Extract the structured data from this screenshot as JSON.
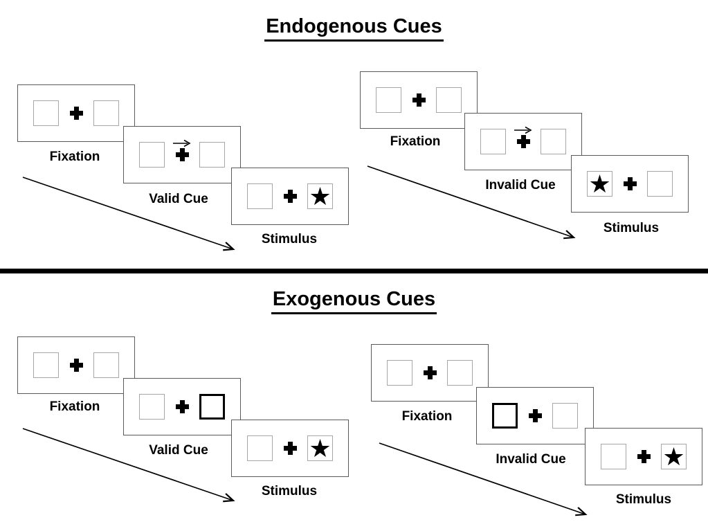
{
  "meta": {
    "colors": {
      "card_border": "#595959",
      "box_border": "#a6a6a6",
      "bold_box_border": "#000000",
      "text": "#000000",
      "divider": "#000000",
      "background": "#ffffff"
    },
    "icons": {
      "cue_arrow": "right-arrow",
      "fixation_cross": "plus",
      "stimulus": "star"
    }
  },
  "sections": [
    {
      "title": "Endogenous Cues",
      "panels": [
        {
          "name": "endogenous-valid",
          "cards": [
            {
              "label": "Fixation",
              "arrow": "false",
              "left": {
                "content": "",
                "style": "normal"
              },
              "right": {
                "content": "",
                "style": "normal"
              }
            },
            {
              "label": "Valid Cue",
              "arrow": "true",
              "left": {
                "content": "",
                "style": "normal"
              },
              "right": {
                "content": "",
                "style": "normal"
              }
            },
            {
              "label": "Stimulus",
              "arrow": "false",
              "left": {
                "content": "",
                "style": "normal"
              },
              "right": {
                "content": "★",
                "style": "normal"
              }
            }
          ]
        },
        {
          "name": "endogenous-invalid",
          "cards": [
            {
              "label": "Fixation",
              "arrow": "false",
              "left": {
                "content": "",
                "style": "normal"
              },
              "right": {
                "content": "",
                "style": "normal"
              }
            },
            {
              "label": "Invalid Cue",
              "arrow": "true",
              "left": {
                "content": "",
                "style": "normal"
              },
              "right": {
                "content": "",
                "style": "normal"
              }
            },
            {
              "label": "Stimulus",
              "arrow": "false",
              "left": {
                "content": "★",
                "style": "normal"
              },
              "right": {
                "content": "",
                "style": "normal"
              }
            }
          ]
        }
      ]
    },
    {
      "title": "Exogenous Cues",
      "panels": [
        {
          "name": "exogenous-valid",
          "cards": [
            {
              "label": "Fixation",
              "arrow": "false",
              "left": {
                "content": "",
                "style": "normal"
              },
              "right": {
                "content": "",
                "style": "normal"
              }
            },
            {
              "label": "Valid Cue",
              "arrow": "false",
              "left": {
                "content": "",
                "style": "normal"
              },
              "right": {
                "content": "",
                "style": "bold"
              }
            },
            {
              "label": "Stimulus",
              "arrow": "false",
              "left": {
                "content": "",
                "style": "normal"
              },
              "right": {
                "content": "★",
                "style": "normal"
              }
            }
          ]
        },
        {
          "name": "exogenous-invalid",
          "cards": [
            {
              "label": "Fixation",
              "arrow": "false",
              "left": {
                "content": "",
                "style": "bold-none normal",
                "style2": ""
              },
              "right": {
                "content": "",
                "style": "normal"
              }
            },
            {
              "label": "Invalid Cue",
              "arrow": "false",
              "left": {
                "content": "",
                "style": "bold"
              },
              "right": {
                "content": "",
                "style": "normal"
              }
            },
            {
              "label": "Stimulus",
              "arrow": "false",
              "left": {
                "content": "",
                "style": "normal"
              },
              "right": {
                "content": "★",
                "style": "normal"
              }
            }
          ]
        }
      ]
    }
  ]
}
